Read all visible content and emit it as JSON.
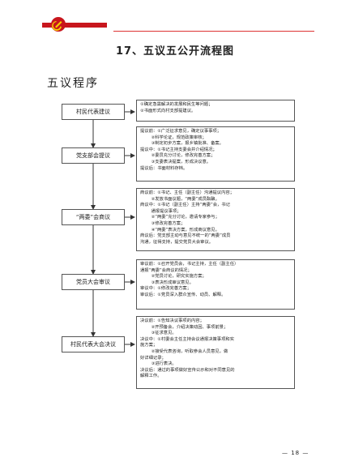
{
  "title": "17、五议五公开流程图",
  "subtitle": "五议程序",
  "page_number": "— 18 —",
  "stages": [
    {
      "label": "村民代表建议",
      "detail": "①确定急需解决的发展和民生等问题；\n②书面形式向村支部提建议。"
    },
    {
      "label": "党支部会提议",
      "detail": "提议前：①广泛征求意见，确定议事事项；\n        ②科学论证，规范政策审核；\n        ③制定初步方案，报乡镇批准、备案。\n提议中：①书记主持支委会并介绍情况；\n        ②委员充分讨论，修改完善方案；\n        ③支委表决提案，形成决议意。\n提议后：书面材料存档。"
    },
    {
      "label": "“两委”会商议",
      "detail": "商议前：①书记、主任（副主任）沟通提议内容；\n        ②发放书面议题，“两委”成员酝酿。\n商议中：①书记（副主任）主持“两委”会，书记\n        通报提议事项；\n        ②“两委”充分讨论，邀请专家参与；\n        ③修改完善方案；\n        ④“两委”表决方案，形成商议意见。\n商议后：党支部主动与意见不统一的“两委”成员\n沟通，征得支持，提交党员大会审议。"
    },
    {
      "label": "党员大会审议",
      "detail": "审议前：①召开党员会，书记主持，主任（副主任）\n通报“两委”会商议的情况；\n        ②党员讨论，研究实施方案；\n        ③表决形成审议意见。\n审议中：①修改完善方案；\n审议后：①党员深入群众宣传、动员、解释。"
    },
    {
      "label": "村民代表大会决议",
      "detail": "决议前：①告知决议事项的内容；\n        ②开预备会，介绍决策动因、事项前景；\n        ③征求意见。\n决议中：①村委会主任主持会议通报决策事项和实\n施方案；\n        ②接受代表咨询，听取参会人员意见，做\n好详细记录；\n        ③进行表决。\n决议后：通过的事项做好宣传公示和对不同意见的\n解释工作。"
    }
  ]
}
